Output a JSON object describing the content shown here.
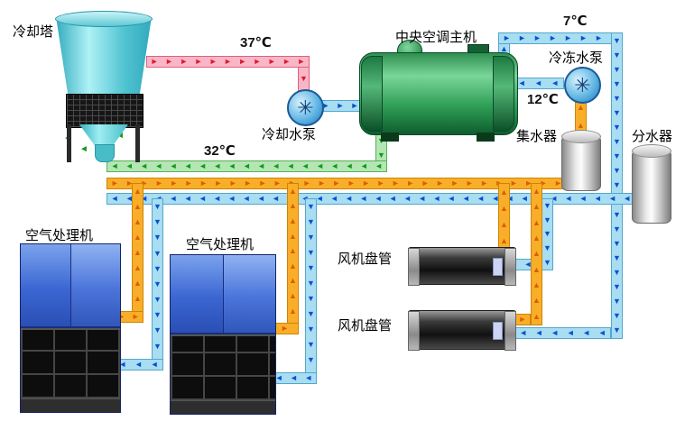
{
  "diagram": {
    "components": {
      "cooling_tower": {
        "label": "冷却塔"
      },
      "cooling_pump": {
        "label": "冷却水泵"
      },
      "chiller": {
        "label": "中央空调主机"
      },
      "chilled_pump": {
        "label": "冷冻水泵"
      },
      "collector": {
        "label": "集水器"
      },
      "distributor": {
        "label": "分水器"
      },
      "ahu_left": {
        "label": "空气处理机"
      },
      "ahu_right": {
        "label": "空气处理机"
      },
      "fcu_top": {
        "label": "风机盘管"
      },
      "fcu_bottom": {
        "label": "风机盘管"
      }
    },
    "temperatures": {
      "cooling_supply": "37℃",
      "cooling_return": "32℃",
      "chilled_supply": "7℃",
      "chilled_return": "12℃"
    },
    "icons": {
      "pump_impeller": "✳"
    },
    "pipe_colors": {
      "cooling_hot": "#f9b6c6",
      "cooling_cold": "#b4e6b4",
      "chilled_supply": "#a8ddf2",
      "chilled_return": "#f9ae2a"
    }
  }
}
